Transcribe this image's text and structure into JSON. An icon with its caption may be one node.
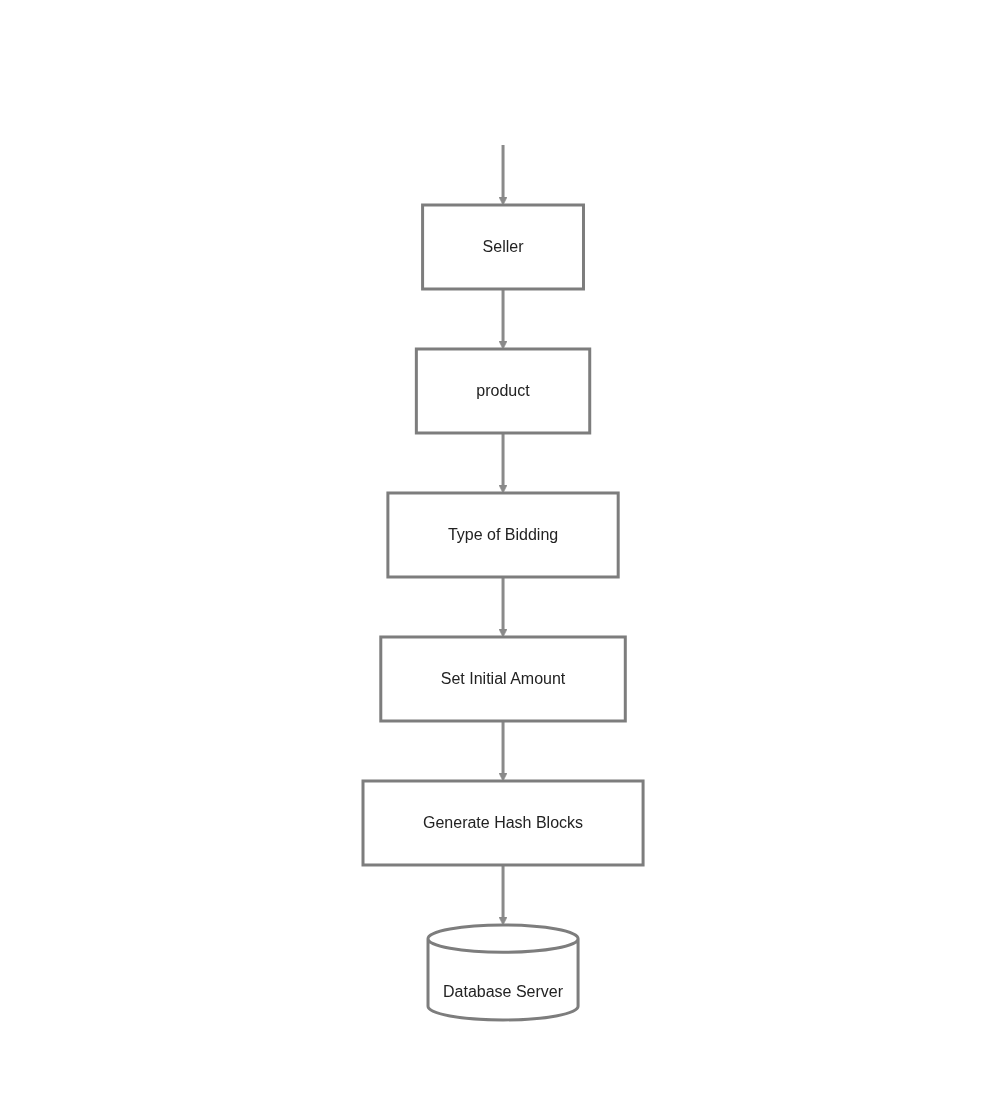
{
  "diagram": {
    "nodes": [
      {
        "text": [
          "Seller"
        ]
      },
      {
        "text": [
          "product"
        ]
      },
      {
        "text": [
          "Type of Bidding"
        ]
      },
      {
        "text": [
          "Set Initial Amount"
        ]
      },
      {
        "text": [
          "Generate Hash Blocks"
        ]
      },
      {
        "text": [
          "Database Server"
        ]
      }
    ],
    "edges": [
      {
        "from": null,
        "to": 0,
        "arrow": "to"
      },
      {
        "from": 0,
        "to": 1,
        "arrow": "to"
      },
      {
        "from": 1,
        "to": 2,
        "arrow": "to"
      },
      {
        "from": 2,
        "to": 3,
        "arrow": "to"
      },
      {
        "from": 3,
        "to": 4,
        "arrow": "to"
      },
      {
        "from": 4,
        "to": 5,
        "arrow": "to"
      }
    ]
  }
}
